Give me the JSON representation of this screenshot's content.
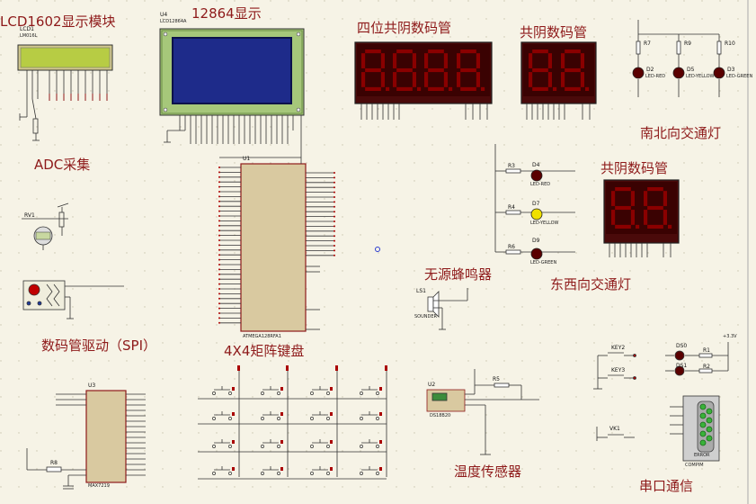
{
  "section_titles": {
    "lcd1602": "LCD1602显示模块",
    "lcd12864": "12864显示",
    "seg4": "四位共阴数码管",
    "seg2_top": "共阴数码管",
    "ns_traffic": "南北向交通灯",
    "seg2_right": "共阴数码管",
    "adc": "ADC采集",
    "buzzer": "无源蜂鸣器",
    "ew_traffic": "东西向交通灯",
    "spi": "数码管驱动（SPI）",
    "keypad": "4X4矩阵键盘",
    "temp": "温度传感器",
    "uart": "串口通信"
  },
  "components": {
    "lcd1602_ref": "LCD1",
    "lcd1602_part": "LM016L",
    "u4_ref": "U4",
    "u4_part": "LCD12864A",
    "u1_ref": "U1",
    "u1_part": "ATMEGA128RFA1",
    "u3_ref": "U3",
    "u3_part": "MAX7219",
    "u2_ref": "U2",
    "u2_part": "DS18B20",
    "ls1_ref": "LS1",
    "ls1_part": "SOUNDER",
    "com_part": "COMPIM",
    "error_label": "ERROR"
  },
  "leds_ns": [
    {
      "r": "R7",
      "d": "D2",
      "color": "LED-RED",
      "hex": "#b00000"
    },
    {
      "r": "R9",
      "d": "D5",
      "color": "LED-YELLOW",
      "hex": "#b08a00"
    },
    {
      "r": "R10",
      "d": "D3",
      "color": "LED-GREEN",
      "hex": "#007a00"
    }
  ],
  "leds_ew": [
    {
      "r": "R3",
      "d": "D4",
      "color": "LED-RED",
      "hex": "#b00000"
    },
    {
      "r": "R4",
      "d": "D7",
      "color": "LED-YELLOW",
      "hex": "#e8c400"
    },
    {
      "r": "R6",
      "d": "D9",
      "color": "LED-GREEN",
      "hex": "#007a00"
    }
  ],
  "keys": {
    "key2": "KEY2",
    "key3": "KEY3",
    "vk1": "VK1",
    "ds0": "DS0",
    "ds1": "DS1",
    "r1": "R1",
    "r2": "R2",
    "r5": "R5",
    "r8": "R8",
    "rv1": "RV1",
    "supply": "+3.3V"
  }
}
